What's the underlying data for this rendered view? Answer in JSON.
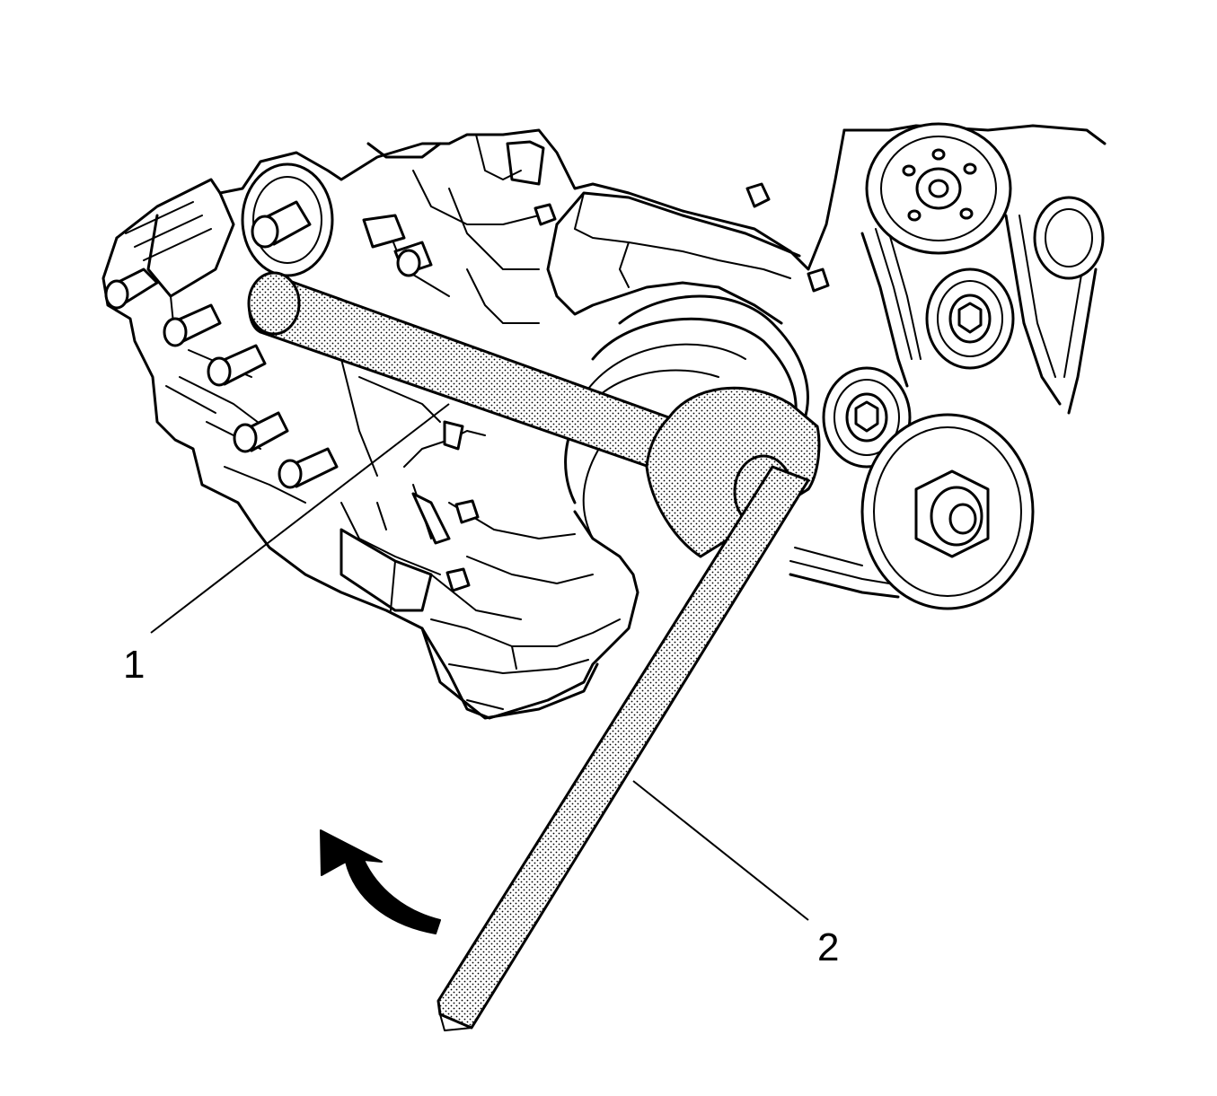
{
  "callouts": [
    {
      "id": "1",
      "label": "1"
    },
    {
      "id": "2",
      "label": "2"
    }
  ],
  "colors": {
    "line": "#000000",
    "background": "#ffffff",
    "tool_fill_dots": "#000000"
  },
  "icons": [
    "rotation-arrow-icon"
  ]
}
